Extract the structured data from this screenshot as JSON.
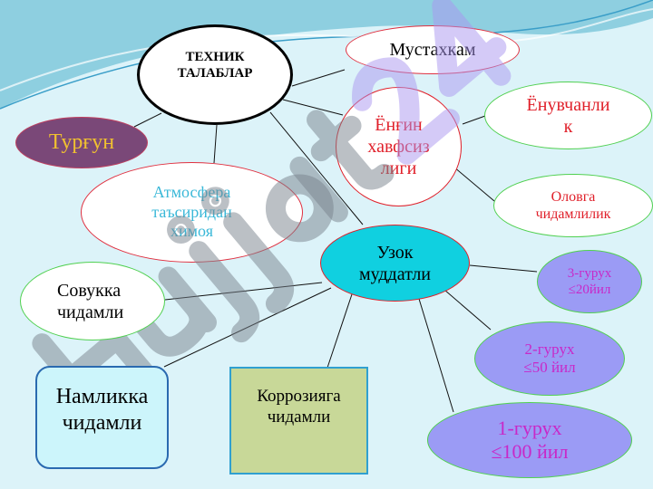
{
  "title": "ТЕХНИК ТАЛАБЛАР",
  "nodes": {
    "mustahkam": "Мустахкам",
    "turgun": "Турғун",
    "yongin": "Ёнғин хавфсиз лиги",
    "yonuvchanlik": "Ёнувчанли к",
    "olovga": "Оловга чидамлилик",
    "atmosfera": "Атмосфера таъсиридан химоя",
    "uzok": "Узок муддатли",
    "sovukka": "Совукка чидамли",
    "group3": "3-гурух ≤20йил",
    "group2": "2-гурух ≤50 йил",
    "group1": "1-гурух ≤100 йил",
    "namlikka": "Намликка чидамли",
    "korroziya": "Коррозияга чидамли"
  },
  "watermark": "Hujjat24",
  "colors": {
    "red": "#e0202a",
    "cyan_fill": "#10d0e0",
    "purple_fill": "#7a4878",
    "group_fill": "#9b9bf5",
    "magenta": "#c828c8"
  }
}
